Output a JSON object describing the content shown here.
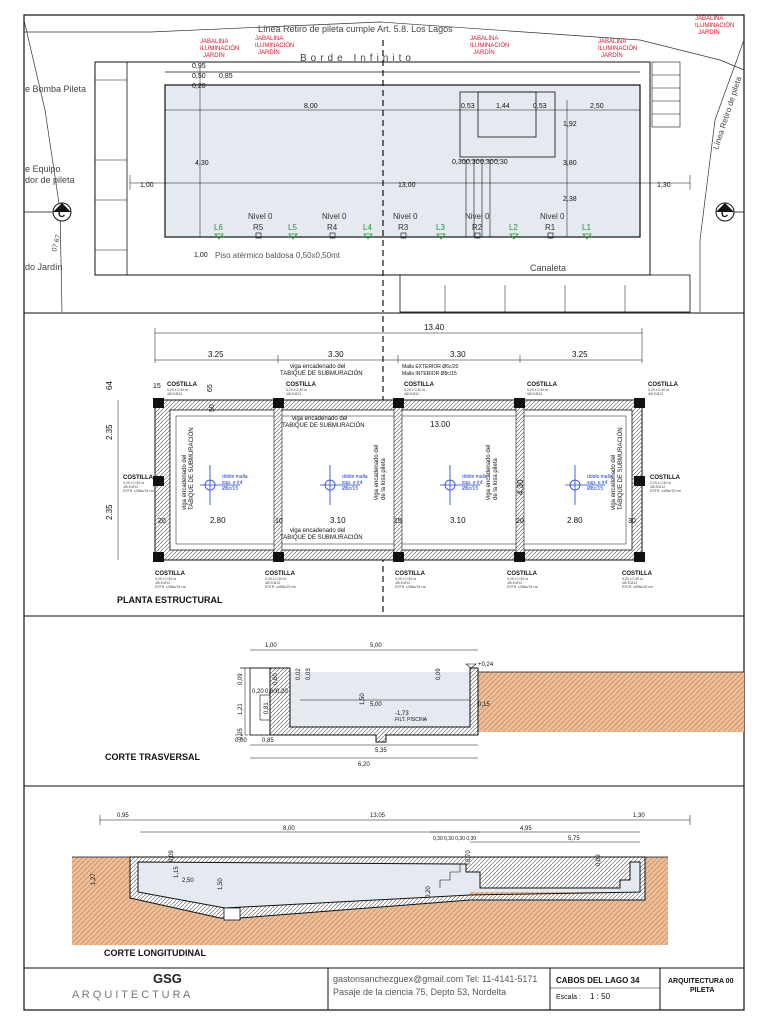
{
  "plan": {
    "setback_note": "Línea Retiro de pileta cumple Art. 5.8. Los Lagos",
    "infinite_edge": "Borde Infinito",
    "pump_label": "e Bomba Pileta",
    "equip_label_1": "e Equipo",
    "equip_label_2": "dor de pileta",
    "garden_label": "do Jardín",
    "side_setback": "Línea Retiro de pileta",
    "canal_label": "Canaleta",
    "floor_note": "Piso atérmico baldosa 0,50x0,50mt",
    "lamp_lines": [
      "JABALINA",
      "ILUMINACIÓN",
      "JARDÍN"
    ],
    "dims": {
      "d095": "0,95",
      "d050": "0,50",
      "d085": "0,85",
      "d020": "0,20",
      "d800": "8,00",
      "d053a": "0,53",
      "d144": "1,44",
      "d053b": "0,53",
      "d250": "2,50",
      "d192": "1,92",
      "d430": "4,30",
      "d380": "3,80",
      "d030a": "0,30",
      "d030b": "0,30",
      "d030c": "0,30",
      "d030d": "0,30",
      "d100a": "1,00",
      "d1300": "13,00",
      "d130": "1,30",
      "d238": "2,38",
      "d100b": "1,00"
    },
    "section_mark": "C",
    "side_dim": "07.67",
    "levels": [
      "Nivel 0",
      "Nivel 0",
      "Nivel 0",
      "Nivel 0",
      "Nivel 0"
    ],
    "lights": [
      "L6",
      "L5",
      "L4",
      "L3",
      "L2",
      "L1"
    ],
    "returns": [
      "R5",
      "R4",
      "R3",
      "R2",
      "R1"
    ]
  },
  "structural": {
    "title": "PLANTA ESTRUCTURAL",
    "total": "13.40",
    "spans_top": [
      "3.25",
      "3.30",
      "3.30",
      "3.25"
    ],
    "inner_len": "13.00",
    "h1": "2.35",
    "h2": "2.35",
    "h3": "4.30",
    "d64": "64",
    "spans_bottom": [
      "2.80",
      "3.10",
      "3.10",
      "2.80"
    ],
    "small": [
      "15",
      "65",
      "50",
      "20",
      "10",
      "15",
      "20",
      "30"
    ],
    "beam_label_1": "viga encadenado del",
    "beam_label_2": "TABIQUE DE SUBMURACIÓN",
    "beam_v_1": "viga encadenado del",
    "beam_v_2": "de la losa pileta",
    "mesh_1": "Malla EXTERIOR  Ø6c/20",
    "mesh_2": "Malla INTERIOR  Ø8c/15",
    "costilla": "COSTILLA",
    "column_detail": [
      "0,20 x 0,30 m",
      "4Ø 8 Ø12",
      "ESTR. c/Ø6c/15 cm"
    ],
    "slab_label": [
      "doble malla",
      "sup. e inf.",
      "Ø8c/15"
    ]
  },
  "transversal": {
    "title": "CORTE TRASVERSAL",
    "dims": {
      "d100": "1,00",
      "d500t": "5,00",
      "d500m": "5,00",
      "d020": "0,20",
      "d060": "0,60",
      "d085": "0,85",
      "d535": "5,35",
      "d620": "6,20",
      "d150": "1,50",
      "d121": "1,21",
      "d005": "0,05",
      "d009": "0,09",
      "d173": "-1,73",
      "d002": "0,02",
      "d003": "0,03",
      "d081": "0,81",
      "d015": "0,15",
      "d024": "+0,24",
      "d000": "0,00"
    },
    "filter_label": "FILT. PISCINA"
  },
  "longitudinal": {
    "title": "CORTE LONGITUDINAL",
    "dims": {
      "d095": "0,95",
      "d1305": "13,05",
      "d130": "1,30",
      "d800": "8,00",
      "d495": "4,95",
      "d575": "5,75",
      "steps": "0,30 0,30 0,30 0,30",
      "d250": "2,50",
      "d115": "1,15",
      "d150": "1,50",
      "d127": "1,27",
      "d009": "0,09",
      "d020": "0,20",
      "d070": "0,70"
    }
  },
  "titleblock": {
    "brand": "GSG",
    "brand_sub": "A R Q U I T E C T U R A",
    "contact": "gastonsanchezguex@gmail.com  Tel: 11-4141-5171",
    "address": "Pasaje de la ciencia 75, Depto 53, Nordelta",
    "project": "CABOS DEL LAGO 34",
    "scale_label": "Escala :",
    "scale_value": "1 : 50",
    "sheet": "ARQUITECTURA 00",
    "sheet_sub": "PILETA"
  },
  "colors": {
    "line": "#111111",
    "blue": "#1a3fd6",
    "green": "#1f9a2c",
    "red": "#e0102a",
    "pool_fill": "#e4eaf0",
    "soil_fill": "#e8b48c"
  }
}
